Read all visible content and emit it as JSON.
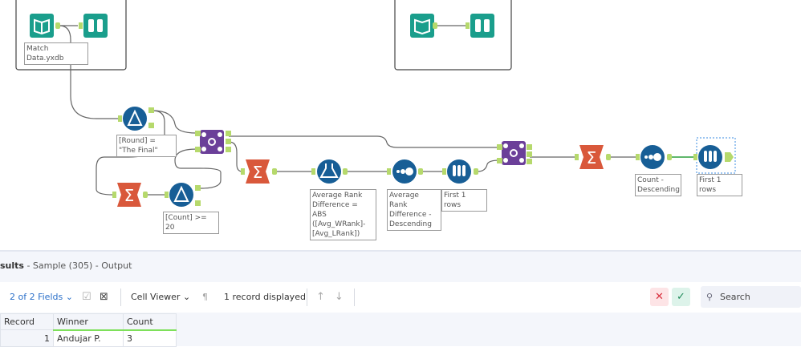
{
  "canvas": {
    "labels": {
      "input": "Match Data.yxdb",
      "filter1": "[Round] = \"The Final\"",
      "filter2": "[Count] >= 20",
      "formula": "Average Rank Difference = ABS ([Avg_WRank]-[Avg_LRank])",
      "sort1": "Average Rank Difference - Descending",
      "sample1": "First 1 rows",
      "sort2": "Count - Descending",
      "sample2": "First 1 rows"
    },
    "colors": {
      "input": "#1a9e8c",
      "filter": "#175e96",
      "join": "#6b3f99",
      "summarize": "#d9583b",
      "anchor": "#b6d96c"
    }
  },
  "results": {
    "title_bold": "sults",
    "title_rest": " - Sample (305) - Output",
    "fields": "2 of 2 Fields",
    "cell_viewer": "Cell Viewer",
    "pilcrow": "¶",
    "record_count": "1 record displayed",
    "search_placeholder": "Search",
    "columns": [
      "Record",
      "Winner",
      "Count"
    ],
    "rows": [
      [
        "1",
        "Andujar P.",
        "3"
      ]
    ]
  }
}
